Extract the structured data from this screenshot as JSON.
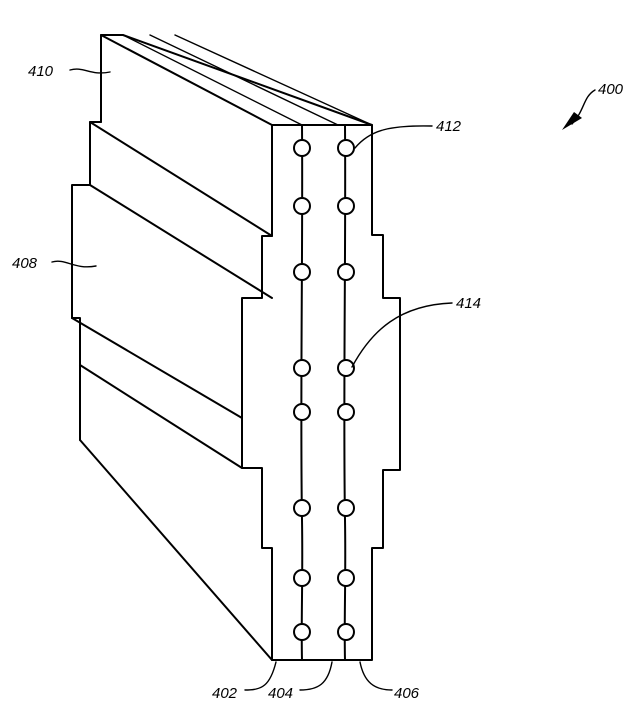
{
  "figure": {
    "labels": {
      "assembly": "400",
      "l402": "402",
      "l404": "404",
      "l406": "406",
      "l408": "408",
      "l410": "410",
      "l412": "412",
      "l414": "414"
    },
    "holes_per_column": 8,
    "columns": 2
  }
}
